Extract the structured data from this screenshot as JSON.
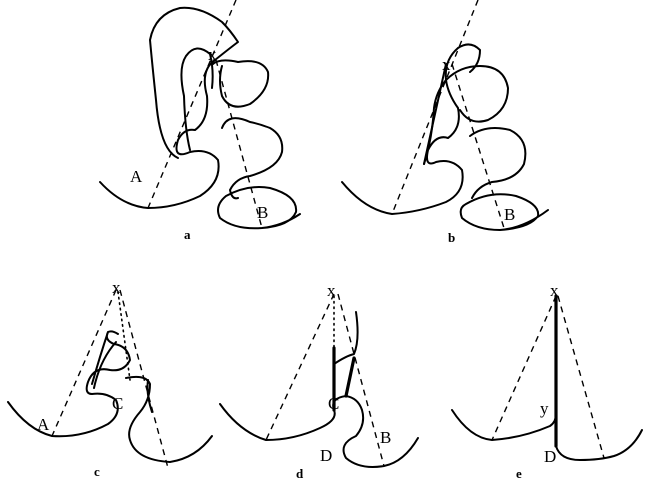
{
  "panels": [
    {
      "caption": "a",
      "labels": {
        "x": "x",
        "A": "A",
        "B": "B"
      }
    },
    {
      "caption": "b",
      "labels": {
        "x": "x",
        "B": "B"
      }
    },
    {
      "caption": "c",
      "labels": {
        "x": "x",
        "A": "A",
        "C": "C"
      }
    },
    {
      "caption": "d",
      "labels": {
        "x": "x",
        "C": "C",
        "D": "D",
        "B": "B"
      }
    },
    {
      "caption": "e",
      "labels": {
        "x": "x",
        "y": "y",
        "D": "D"
      }
    }
  ]
}
